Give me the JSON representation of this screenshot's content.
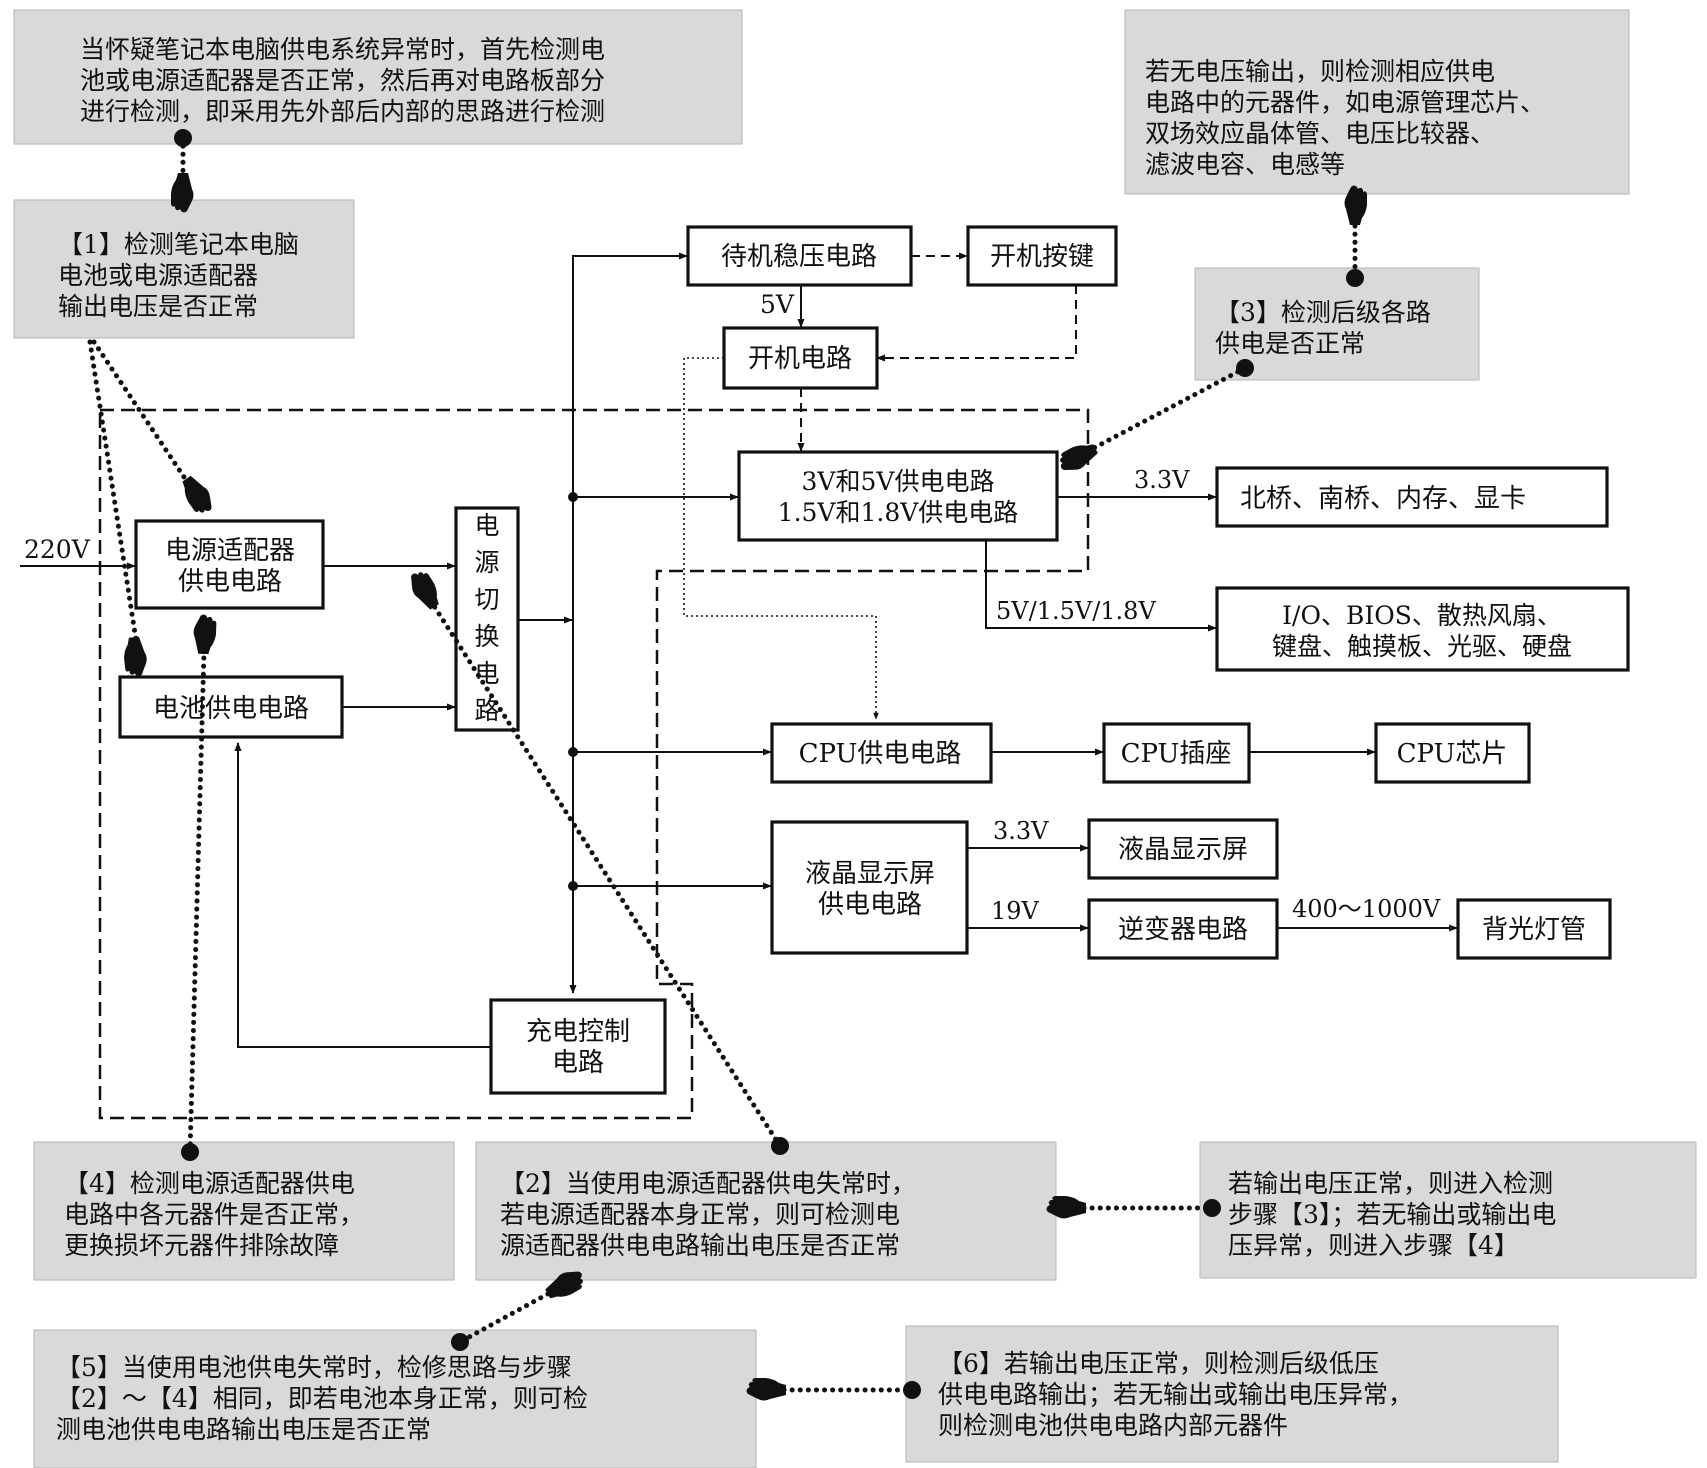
{
  "notes": {
    "n0": [
      "当怀疑笔记本电脑供电系统异常时，首先检测电",
      "池或电源适配器是否正常，然后再对电路板部分",
      "进行检测，即采用先外部后内部的思路进行检测"
    ],
    "n1": [
      "【1】检测笔记本电脑",
      "电池或电源适配器",
      "输出电压是否正常"
    ],
    "ntr": [
      "若无电压输出，则检测相应供电",
      "电路中的元器件，如电源管理芯片、",
      "双场效应晶体管、电压比较器、",
      "滤波电容、电感等"
    ],
    "n3": [
      "【3】检测后级各路",
      "供电是否正常"
    ],
    "n4": [
      "【4】检测电源适配器供电",
      "电路中各元器件是否正常，",
      "更换损坏元器件排除故障"
    ],
    "n2": [
      "【2】当使用电源适配器供电失常时，",
      "若电源适配器本身正常，则可检测电",
      "源适配器供电电路输出电压是否正常"
    ],
    "nr": [
      "若输出电压正常，则进入检测",
      "步骤【3】；若无输出或输出电",
      "压异常，则进入步骤【4】"
    ],
    "n5": [
      "【5】当使用电池供电失常时，检修思路与步骤",
      "【2】～【4】相同，即若电池本身正常，则可检",
      "测电池供电电路输出电压是否正常"
    ],
    "n6": [
      "【6】若输出电压正常，则检测后级低压",
      "供电电路输出；若无输出或输出电压异常，",
      "则检测电池供电电路内部元器件"
    ]
  },
  "blocks": {
    "standby": [
      "待机稳压电路"
    ],
    "power_key": [
      "开机按键"
    ],
    "boot": [
      "开机电路"
    ],
    "main_supply": [
      "3V和5V供电电路",
      "1.5V和1.8V供电电路"
    ],
    "north_south": [
      "北桥、南桥、内存、显卡"
    ],
    "io_devices": [
      "I/O、BIOS、散热风扇、",
      "键盘、触摸板、光驱、硬盘"
    ],
    "adapter": [
      "电源适配器",
      "供电电路"
    ],
    "battery": [
      "电池供电电路"
    ],
    "cpu_supply": [
      "CPU供电电路"
    ],
    "cpu_socket": [
      "CPU插座"
    ],
    "cpu_chip": [
      "CPU芯片"
    ],
    "lcd_supply": [
      "液晶显示屏",
      "供电电路"
    ],
    "lcd": [
      "液晶显示屏"
    ],
    "inverter": [
      "逆变器电路"
    ],
    "backlight": [
      "背光灯管"
    ],
    "charge": [
      "充电控制",
      "电路"
    ],
    "switch": [
      "电",
      "源",
      "切",
      "换",
      "电",
      "路"
    ]
  },
  "labels": {
    "v220": "220V",
    "v5": "5V",
    "v33a": "3.3V",
    "v5_15_18": "5V/1.5V/1.8V",
    "v33b": "3.3V",
    "v19": "19V",
    "v400_1000": "400～1000V"
  }
}
